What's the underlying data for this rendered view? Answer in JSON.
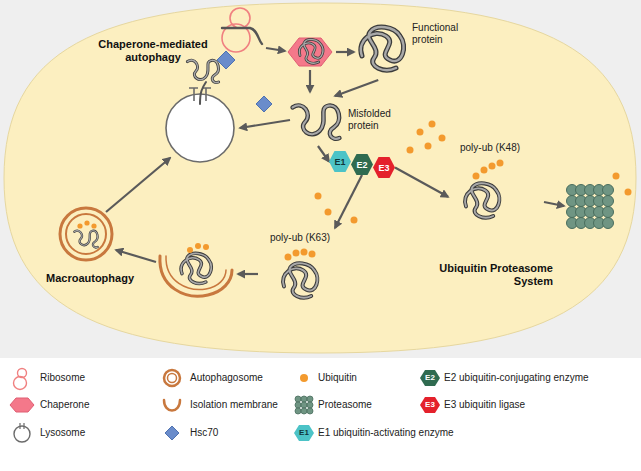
{
  "diagram": {
    "nodes": [
      {
        "text": [
          "Functional protein"
        ]
      },
      {
        "text": [
          "Misfolded protein"
        ]
      },
      {
        "text": [
          "E1"
        ]
      },
      {
        "text": [
          "E2"
        ]
      },
      {
        "text": [
          "E3"
        ]
      },
      {
        "text": [
          "poly-ub (K48)"
        ]
      },
      {
        "text": [
          "poly-ub (K63)"
        ]
      }
    ],
    "edges": [
      {
        "from": 0,
        "to": 1,
        "arrow": "to"
      },
      {
        "from": 1,
        "to": 2,
        "arrow": "to"
      },
      {
        "from": 4,
        "to": 5,
        "arrow": "to"
      },
      {
        "from": 3,
        "to": 6,
        "arrow": "to"
      }
    ],
    "labels": [
      "Chaperone-mediated autophagy",
      "Macroautophagy",
      "Ubiquitin Proteasome System",
      "E2",
      "E3",
      "E1"
    ],
    "legend": [
      {
        "text": "Ribosome"
      },
      {
        "text": "Autophagosome"
      },
      {
        "text": "Ubiquitin"
      },
      {
        "text": "E2 ubiquitin-conjugating enzyme"
      },
      {
        "text": "Chaperone"
      },
      {
        "text": "Isolation membrane"
      },
      {
        "text": "Proteasome"
      },
      {
        "text": "E3 ubiquitin ligase"
      },
      {
        "text": "Lysosome"
      },
      {
        "text": "Hsc70"
      },
      {
        "text": "E1 ubiquitin-activating enzyme"
      }
    ]
  }
}
